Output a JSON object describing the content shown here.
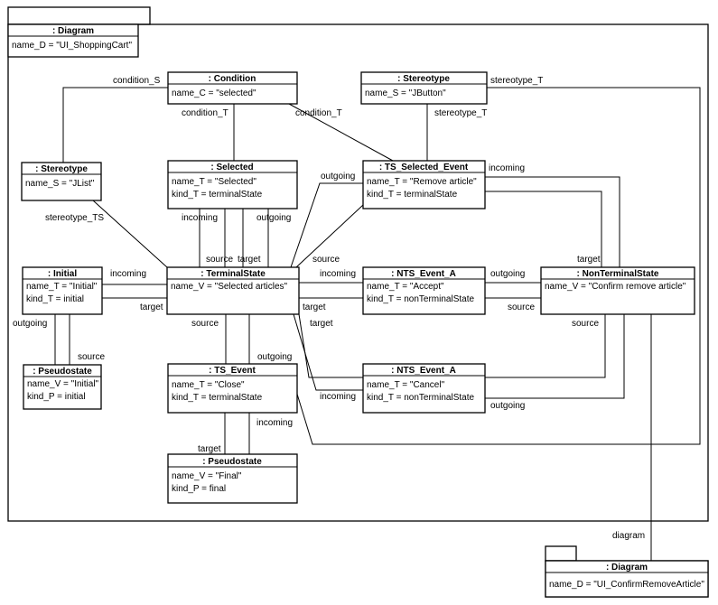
{
  "nodes": {
    "diagram_shopping": {
      "title": ": Diagram",
      "attrs": [
        "name_D = \"UI_ShoppingCart\""
      ]
    },
    "condition": {
      "title": ": Condition",
      "attrs": [
        "name_C = \"selected\""
      ]
    },
    "stereotype_jbutton": {
      "title": ": Stereotype",
      "attrs": [
        "name_S = \"JButton\""
      ]
    },
    "stereotype_jlist": {
      "title": ": Stereotype",
      "attrs": [
        "name_S = \"JList\""
      ]
    },
    "selected": {
      "title": ": Selected",
      "attrs": [
        "name_T = \"Selected\"",
        "kind_T = terminalState"
      ]
    },
    "ts_selected_event": {
      "title": ": TS_Selected_Event",
      "attrs": [
        "name_T = \"Remove article\"",
        "kind_T = terminalState"
      ]
    },
    "initial": {
      "title": ": Initial",
      "attrs": [
        "name_T = \"Initial\"",
        "kind_T = initial"
      ]
    },
    "terminal_state": {
      "title": ": TerminalState",
      "attrs": [
        "name_V = \"Selected articles\""
      ]
    },
    "nts_accept": {
      "title": ": NTS_Event_A",
      "attrs": [
        "name_T = \"Accept\"",
        "kind_T = nonTerminalState"
      ]
    },
    "non_terminal_state": {
      "title": ": NonTerminalState",
      "attrs": [
        "name_V = \"Confirm remove article\""
      ]
    },
    "pseudo_initial": {
      "title": ": Pseudostate",
      "attrs": [
        "name_V = \"Initial\"",
        "kind_P = initial"
      ]
    },
    "ts_event": {
      "title": ": TS_Event",
      "attrs": [
        "name_T = \"Close\"",
        "kind_T = terminalState"
      ]
    },
    "nts_cancel": {
      "title": ": NTS_Event_A",
      "attrs": [
        "name_T = \"Cancel\"",
        "kind_T = nonTerminalState"
      ]
    },
    "pseudo_final": {
      "title": ": Pseudostate",
      "attrs": [
        "name_V = \"Final\"",
        "kind_P = final"
      ]
    },
    "diagram_confirm": {
      "title": ": Diagram",
      "attrs": [
        "name_D = \"UI_ConfirmRemoveArticle\""
      ]
    }
  },
  "roles": {
    "condition_s": "condition_S",
    "condition_t_left": "condition_T",
    "condition_t_right": "condition_T",
    "stereotype_t_top": "stereotype_T",
    "stereotype_t_mid": "stereotype_T",
    "stereotype_ts": "stereotype_TS",
    "incoming_selected": "incoming",
    "outgoing_selected": "outgoing",
    "source_selected": "source",
    "target_selected": "target",
    "outgoing_tse": "outgoing",
    "incoming_tse": "incoming",
    "source_tse": "source",
    "target_tse": "target",
    "incoming_initial": "incoming",
    "target_initial": "target",
    "outgoing_initial": "outgoing",
    "source_initial": "source",
    "incoming_accept": "incoming",
    "outgoing_accept": "outgoing",
    "target_accept": "target",
    "source_accept": "source",
    "target_cancel": "target",
    "source_cancel": "source",
    "incoming_cancel": "incoming",
    "outgoing_cancel": "outgoing",
    "source_tsevent": "source",
    "outgoing_tsevent": "outgoing",
    "incoming_tsevent": "incoming",
    "target_tsevent": "target",
    "diagram": "diagram"
  }
}
